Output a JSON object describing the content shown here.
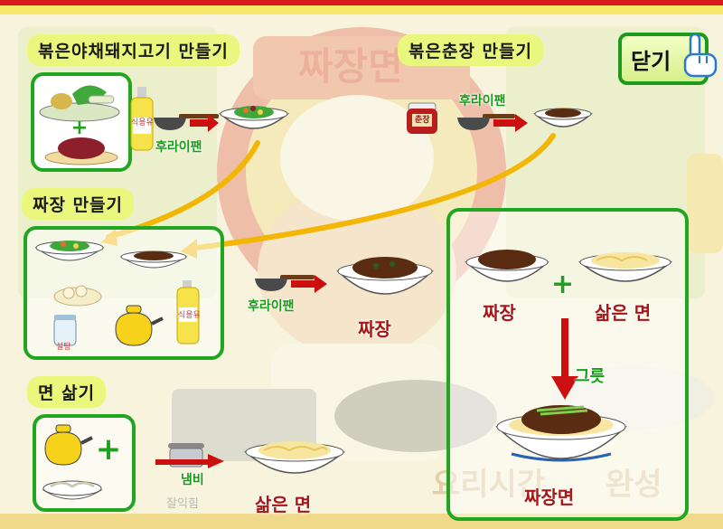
{
  "header": {
    "close_label": "닫기",
    "faded_title": "짜장면"
  },
  "sections": {
    "stirfry": {
      "title": "볶은야채돼지고기 만들기",
      "step_label": "후라이팬",
      "oil_label": "식용유"
    },
    "chunjang": {
      "title": "볶은춘장 만들기",
      "step_label": "후라이팬",
      "jar_label": "춘장"
    },
    "jjajang": {
      "title": "짜장 만들기",
      "step_label": "후라이팬",
      "result_label": "짜장",
      "oil_label": "식용유",
      "sugar_label": "설탕"
    },
    "noodles": {
      "title": "면 삶기",
      "step_label": "냄비",
      "faded_step": "잘익힘",
      "result_label": "삶은 면"
    },
    "final": {
      "sauce_label": "짜장",
      "noodle_label": "삶은 면",
      "step_label": "그릇",
      "result_label": "짜장면"
    }
  },
  "footer": {
    "faded_left": "요리시간",
    "faded_right": "완성"
  },
  "colors": {
    "frame_green": "#21a621",
    "title_bg": "#e9f87d",
    "arrow_red": "#cc1010",
    "arrow_yellow": "#f2b705",
    "sauce_brown": "#5a2d12"
  }
}
